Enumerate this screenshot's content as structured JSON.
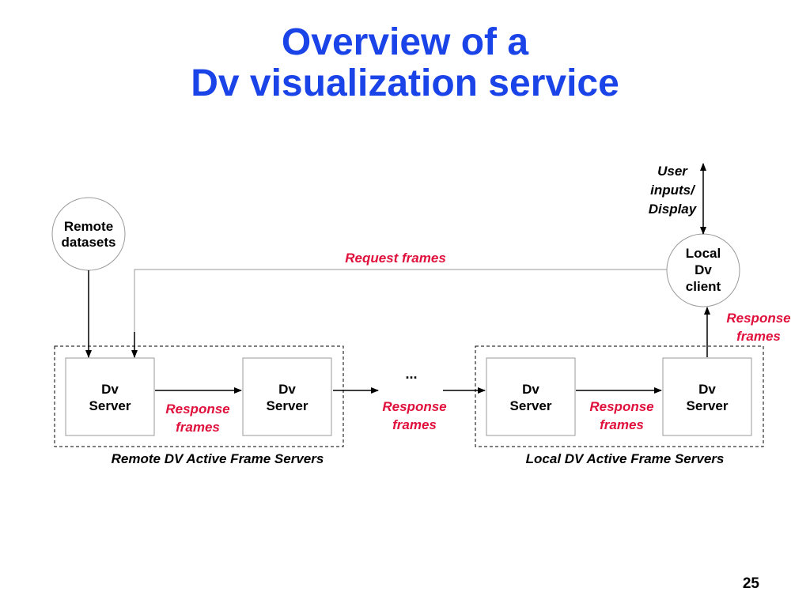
{
  "title": {
    "line1": "Overview of a",
    "line2": "Dv visualization service"
  },
  "nodes": {
    "remote_datasets": {
      "line1": "Remote",
      "line2": "datasets"
    },
    "local_client": {
      "line1": "Local",
      "line2": "Dv",
      "line3": "client"
    },
    "server_label": {
      "line1": "Dv",
      "line2": "Server"
    }
  },
  "labels": {
    "request_frames": "Request frames",
    "response_frames": {
      "line1": "Response",
      "line2": "frames"
    },
    "user_inputs": {
      "line1": "User",
      "line2": "inputs/",
      "line3": "Display"
    },
    "ellipsis": "..."
  },
  "groups": {
    "remote": "Remote DV  Active Frame Servers",
    "local": "Local  DV  Active Frame Servers"
  },
  "page_number": "25",
  "colors": {
    "title": "#1a43e8",
    "annotation": "#e0103c",
    "line": "#000000",
    "request_line": "#9a9a9a",
    "box_border": "#9a9a9a"
  }
}
